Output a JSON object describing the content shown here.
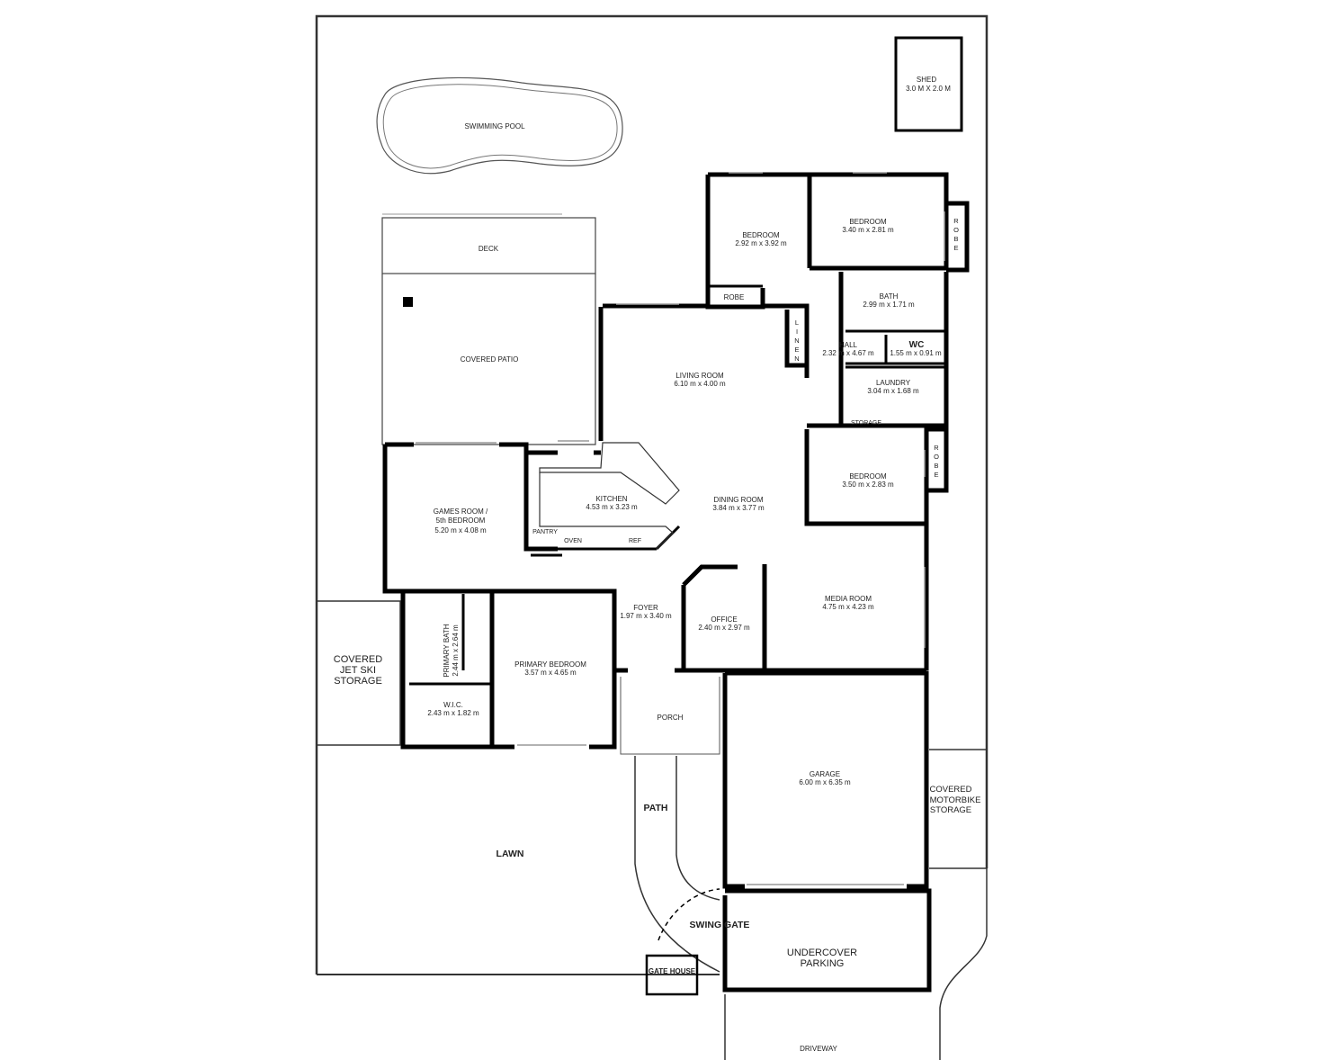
{
  "rooms": {
    "shed": {
      "name": "SHED",
      "dims": "3.0 M X 2.0 M"
    },
    "pool": {
      "name": "SWIMMING POOL"
    },
    "deck": {
      "name": "DECK"
    },
    "patio": {
      "name": "COVERED PATIO"
    },
    "bedroom_a": {
      "name": "BEDROOM",
      "dims": "2.92 m x 3.92 m"
    },
    "bedroom_b": {
      "name": "BEDROOM",
      "dims": "3.40 m x 2.81 m"
    },
    "robe_a": {
      "name": "ROBE"
    },
    "robe_b": {
      "name": "ROBE"
    },
    "robe_c": {
      "name": "ROBE"
    },
    "bath": {
      "name": "BATH",
      "dims": "2.99 m x 1.71 m"
    },
    "linen": {
      "name": "LINEN"
    },
    "hall": {
      "name": "HALL",
      "dims": "2.32 m x 4.67 m"
    },
    "wc": {
      "name": "WC",
      "dims": "1.55 m x 0.91 m"
    },
    "laundry": {
      "name": "LAUNDRY",
      "dims": "3.04 m x 1.68 m"
    },
    "storage": {
      "name": "STORAGE"
    },
    "living": {
      "name": "LIVING ROOM",
      "dims": "6.10 m x 4.00 m"
    },
    "kitchen": {
      "name": "KITCHEN",
      "dims": "4.53 m x 3.23 m"
    },
    "pantry": {
      "name": "PANTRY"
    },
    "oven": {
      "name": "OVEN"
    },
    "ref": {
      "name": "REF"
    },
    "dining": {
      "name": "DINING ROOM",
      "dims": "3.84 m x 3.77 m"
    },
    "bedroom_c": {
      "name": "BEDROOM",
      "dims": "3.50 m x 2.83 m"
    },
    "games": {
      "name1": "GAMES ROOM /",
      "name2": "5th BEDROOM",
      "dims": "5.20 m x 4.08 m"
    },
    "media": {
      "name": "MEDIA ROOM",
      "dims": "4.75 m x 4.23 m"
    },
    "office": {
      "name": "OFFICE",
      "dims": "2.40 m x 2.97 m"
    },
    "foyer": {
      "name": "FOYER",
      "dims": "1.97 m x 3.40 m"
    },
    "primary_bath": {
      "name": "PRIMARY BATH",
      "dims": "2.44 m x 2.64 m"
    },
    "wic": {
      "name": "W.I.C.",
      "dims": "2.43 m x 1.82 m"
    },
    "primary_bed": {
      "name": "PRIMARY BEDROOM",
      "dims": "3.57 m x 4.65 m"
    },
    "porch": {
      "name": "PORCH"
    },
    "garage": {
      "name": "GARAGE",
      "dims": "6.00 m x 6.35 m"
    },
    "jetski": {
      "l1": "COVERED",
      "l2": "JET SKI",
      "l3": "STORAGE"
    },
    "motorbike": {
      "l1": "COVERED",
      "l2": "MOTORBIKE",
      "l3": "STORAGE"
    },
    "path": {
      "name": "PATH"
    },
    "lawn": {
      "name": "LAWN"
    },
    "swing_gate": {
      "name": "SWING GATE"
    },
    "gate_house": {
      "name": "GATE HOUSE"
    },
    "undercover": {
      "l1": "UNDERCOVER",
      "l2": "PARKING"
    },
    "driveway": {
      "name": "DRIVEWAY"
    }
  },
  "colors": {
    "wall": "#000000",
    "line": "#333333",
    "fixture": "#888888"
  }
}
